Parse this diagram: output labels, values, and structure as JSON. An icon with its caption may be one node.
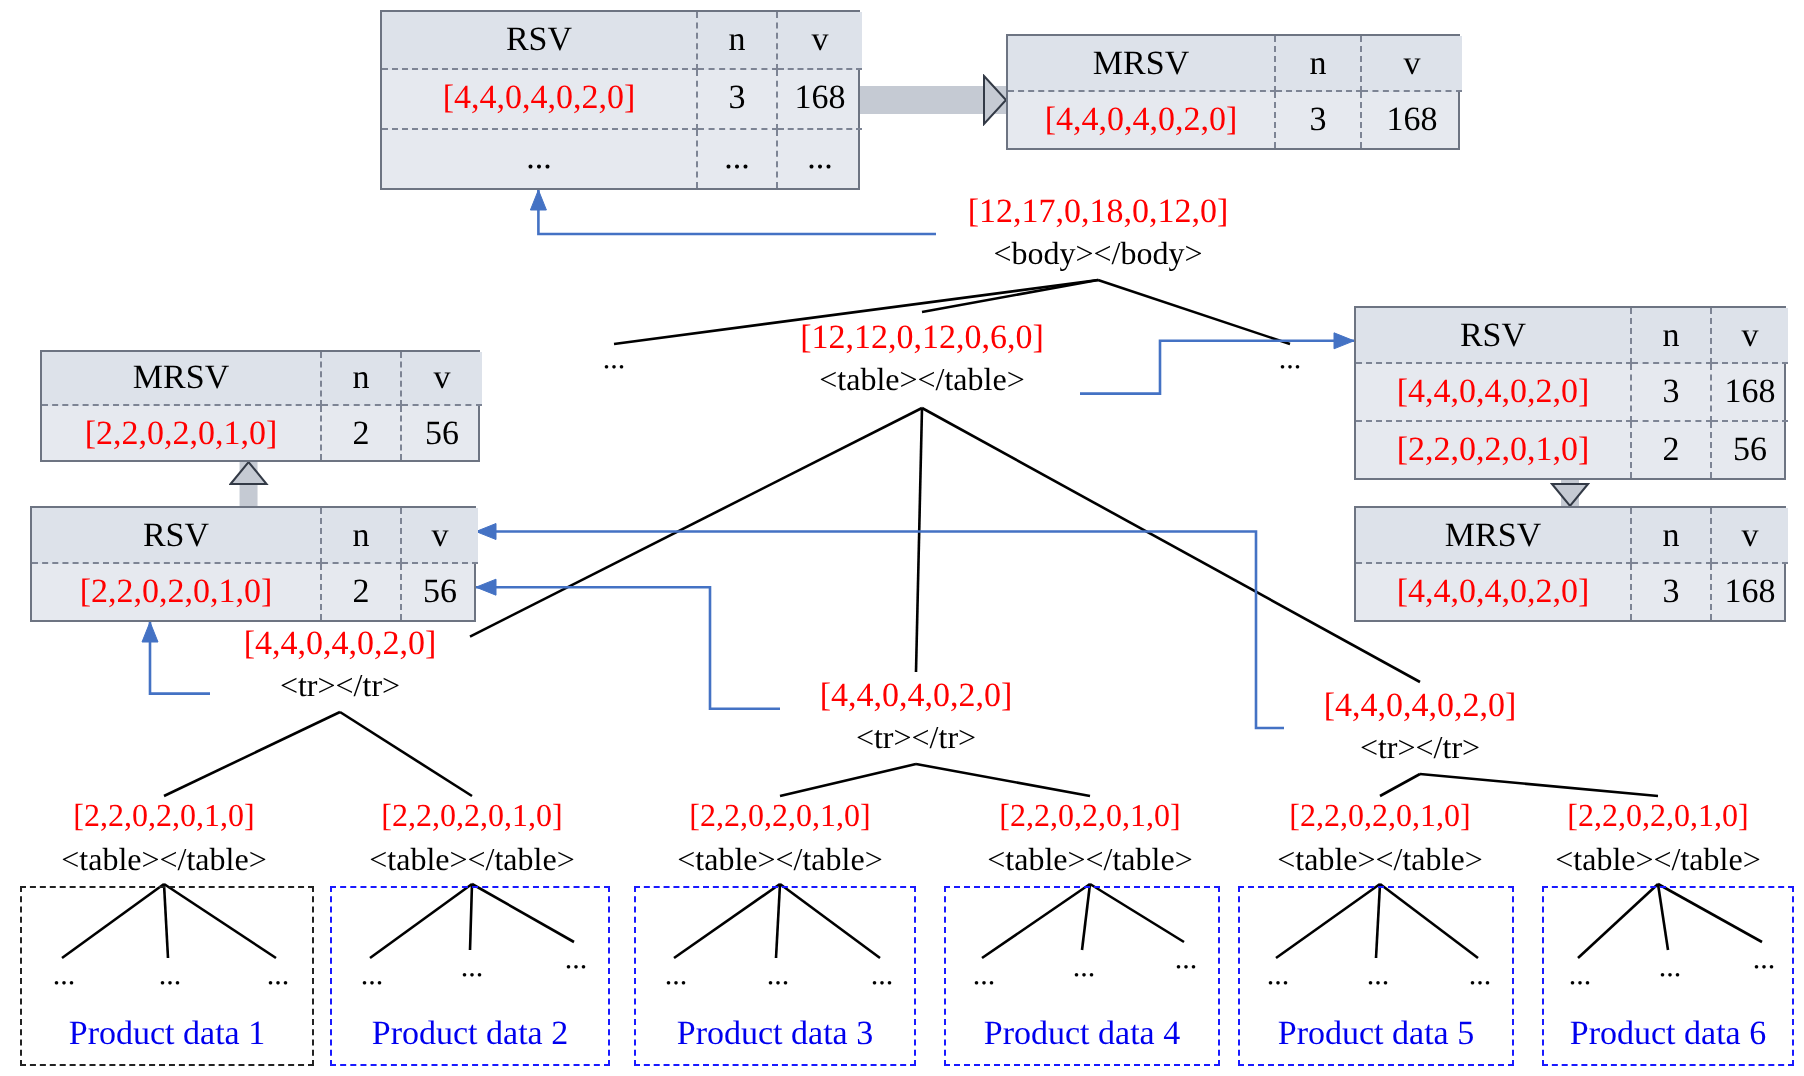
{
  "diagram": {
    "nodes": [
      {
        "text": [
          "RSV",
          "n",
          "v",
          "[4,4,0,4,0,2,0]",
          "3",
          "168",
          "...",
          "...",
          "..."
        ]
      },
      {
        "text": [
          "MRSV",
          "n",
          "v",
          "[4,4,0,4,0,2,0]",
          "3",
          "168"
        ]
      },
      {
        "text": [
          "[12,17,0,18,0,12,0]",
          "<body></body>"
        ]
      },
      {
        "text": [
          "MRSV",
          "n",
          "v",
          "[2,2,0,2,0,1,0]",
          "2",
          "56"
        ]
      },
      {
        "text": [
          "..."
        ]
      },
      {
        "text": [
          "[12,12,0,12,0,6,0]",
          "<table></table>"
        ]
      },
      {
        "text": [
          "..."
        ]
      },
      {
        "text": [
          "RSV",
          "n",
          "v",
          "[4,4,0,4,0,2,0]",
          "3",
          "168",
          "[2,2,0,2,0,1,0]",
          "2",
          "56"
        ]
      },
      {
        "text": [
          "RSV",
          "n",
          "v",
          "[2,2,0,2,0,1,0]",
          "2",
          "56"
        ]
      },
      {
        "text": [
          "MRSV",
          "n",
          "v",
          "[4,4,0,4,0,2,0]",
          "3",
          "168"
        ]
      },
      {
        "text": [
          "[4,4,0,4,0,2,0]",
          "<tr></tr>"
        ]
      },
      {
        "text": [
          "[4,4,0,4,0,2,0]",
          "<tr></tr>"
        ]
      },
      {
        "text": [
          "[4,4,0,4,0,2,0]",
          "<tr></tr>"
        ]
      },
      {
        "text": [
          "[2,2,0,2,0,1,0]",
          "<table></table>"
        ]
      },
      {
        "text": [
          "[2,2,0,2,0,1,0]",
          "<table></table>"
        ]
      },
      {
        "text": [
          "[2,2,0,2,0,1,0]",
          "<table></table>"
        ]
      },
      {
        "text": [
          "[2,2,0,2,0,1,0]",
          "<table></table>"
        ]
      },
      {
        "text": [
          "[2,2,0,2,0,1,0]",
          "<table></table>"
        ]
      },
      {
        "text": [
          "[2,2,0,2,0,1,0]",
          "<table></table>"
        ]
      },
      {
        "text": [
          "Product data 1"
        ]
      },
      {
        "text": [
          "..."
        ],
        "in": 19
      },
      {
        "text": [
          "..."
        ],
        "in": 19
      },
      {
        "text": [
          "..."
        ],
        "in": 19
      },
      {
        "text": [
          "Product data 2"
        ]
      },
      {
        "text": [
          "..."
        ],
        "in": 23
      },
      {
        "text": [
          "..."
        ],
        "in": 23
      },
      {
        "text": [
          "..."
        ],
        "in": 23
      },
      {
        "text": [
          "Product data 3"
        ]
      },
      {
        "text": [
          "..."
        ],
        "in": 27
      },
      {
        "text": [
          "..."
        ],
        "in": 27
      },
      {
        "text": [
          "..."
        ],
        "in": 27
      },
      {
        "text": [
          "Product data 4"
        ]
      },
      {
        "text": [
          "..."
        ],
        "in": 31
      },
      {
        "text": [
          "..."
        ],
        "in": 31
      },
      {
        "text": [
          "..."
        ],
        "in": 31
      },
      {
        "text": [
          "Product data 5"
        ]
      },
      {
        "text": [
          "..."
        ],
        "in": 35
      },
      {
        "text": [
          "..."
        ],
        "in": 35
      },
      {
        "text": [
          "..."
        ],
        "in": 35
      },
      {
        "text": [
          "Product data 6"
        ]
      },
      {
        "text": [
          "..."
        ],
        "in": 39
      },
      {
        "text": [
          "..."
        ],
        "in": 39
      },
      {
        "text": [
          "..."
        ],
        "in": 39
      }
    ],
    "edges": [
      {
        "from": 2,
        "to": 4,
        "arrow": "none"
      },
      {
        "from": 2,
        "to": 5,
        "arrow": "none"
      },
      {
        "from": 2,
        "to": 6,
        "arrow": "none"
      },
      {
        "from": 5,
        "to": 10,
        "arrow": "none"
      },
      {
        "from": 5,
        "to": 11,
        "arrow": "none"
      },
      {
        "from": 5,
        "to": 12,
        "arrow": "none"
      },
      {
        "from": 10,
        "to": 13,
        "arrow": "none"
      },
      {
        "from": 10,
        "to": 14,
        "arrow": "none"
      },
      {
        "from": 11,
        "to": 15,
        "arrow": "none"
      },
      {
        "from": 11,
        "to": 16,
        "arrow": "none"
      },
      {
        "from": 12,
        "to": 17,
        "arrow": "none"
      },
      {
        "from": 12,
        "to": 18,
        "arrow": "none"
      },
      {
        "from": 13,
        "to": 20,
        "arrow": "none"
      },
      {
        "from": 13,
        "to": 21,
        "arrow": "none"
      },
      {
        "from": 13,
        "to": 22,
        "arrow": "none"
      },
      {
        "from": 14,
        "to": 24,
        "arrow": "none"
      },
      {
        "from": 14,
        "to": 25,
        "arrow": "none"
      },
      {
        "from": 14,
        "to": 26,
        "arrow": "none"
      },
      {
        "from": 15,
        "to": 28,
        "arrow": "none"
      },
      {
        "from": 15,
        "to": 29,
        "arrow": "none"
      },
      {
        "from": 15,
        "to": 30,
        "arrow": "none"
      },
      {
        "from": 16,
        "to": 32,
        "arrow": "none"
      },
      {
        "from": 16,
        "to": 33,
        "arrow": "none"
      },
      {
        "from": 16,
        "to": 34,
        "arrow": "none"
      },
      {
        "from": 17,
        "to": 36,
        "arrow": "none"
      },
      {
        "from": 17,
        "to": 37,
        "arrow": "none"
      },
      {
        "from": 17,
        "to": 38,
        "arrow": "none"
      },
      {
        "from": 18,
        "to": 40,
        "arrow": "none"
      },
      {
        "from": 18,
        "to": 41,
        "arrow": "none"
      },
      {
        "from": 18,
        "to": 42,
        "arrow": "none"
      },
      {
        "from": 2,
        "to": 0,
        "arrow": "to",
        "color": "#4472c4"
      },
      {
        "from": 0,
        "to": 1,
        "arrow": "to",
        "style": "thick",
        "color": "#c5cad3"
      },
      {
        "from": 5,
        "to": 7,
        "arrow": "to",
        "color": "#4472c4"
      },
      {
        "from": 7,
        "to": 9,
        "arrow": "to",
        "style": "thick",
        "color": "#c5cad3"
      },
      {
        "from": 10,
        "to": 8,
        "arrow": "to",
        "color": "#4472c4"
      },
      {
        "from": 11,
        "to": 8,
        "arrow": "to",
        "color": "#4472c4"
      },
      {
        "from": 12,
        "to": 8,
        "arrow": "to",
        "color": "#4472c4"
      },
      {
        "from": 8,
        "to": 3,
        "arrow": "to",
        "style": "thick",
        "color": "#c5cad3"
      }
    ]
  }
}
